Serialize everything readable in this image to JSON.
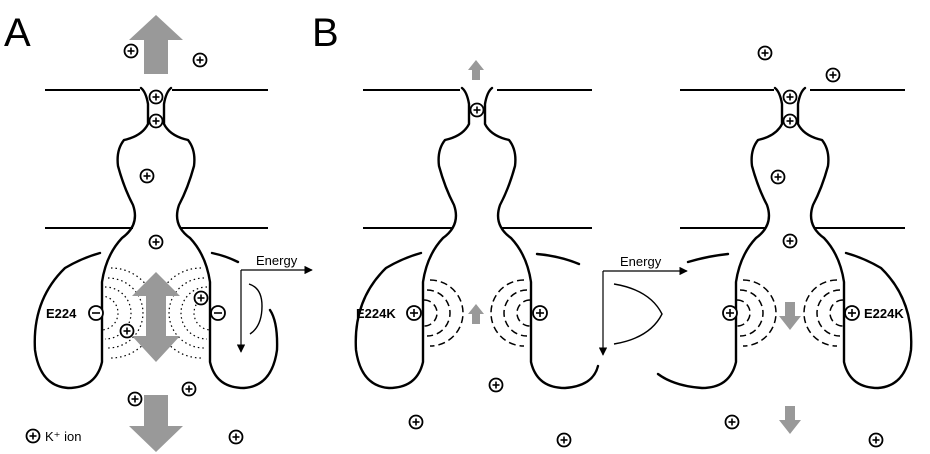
{
  "panels": [
    {
      "letter": "A"
    },
    {
      "letter": "B"
    }
  ],
  "labels": {
    "residue_wt": "E224",
    "residue_mut_1": "E224K",
    "residue_mut_2": "E224K",
    "energy_1": "Energy",
    "energy_2": "Energy",
    "legend": "K⁺ ion"
  },
  "charges": {
    "negative": "−",
    "positive": "+"
  }
}
